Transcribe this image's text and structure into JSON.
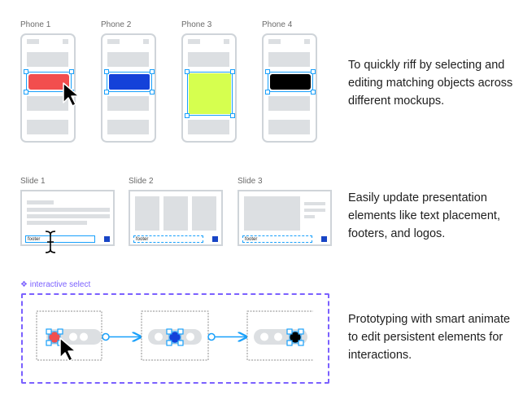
{
  "phones": {
    "labels": [
      "Phone 1",
      "Phone 2",
      "Phone 3",
      "Phone 4"
    ],
    "fill_colors": [
      "#f24e4e",
      "#1441d9",
      "#d6ff4f",
      "#000000"
    ],
    "description": "To quickly riff by selecting and editing matching objects across different mockups."
  },
  "slides": {
    "labels": [
      "Slide 1",
      "Slide 2",
      "Slide 3"
    ],
    "footer_text": "footer",
    "description": "Easily update presentation elements like text placement, footers, and logos."
  },
  "interactive": {
    "tag": "❖ interactive select",
    "description": "Prototyping with smart animate to edit persistent elements for interactions.",
    "knob_colors": [
      "#f24e4e",
      "#1441d9",
      "#000000"
    ]
  },
  "colors": {
    "selection": "#18a0fb",
    "accent": "#7b61ff",
    "placeholder": "#dcdfe2",
    "frame": "#cfd4d9",
    "logo": "#1845c6"
  }
}
